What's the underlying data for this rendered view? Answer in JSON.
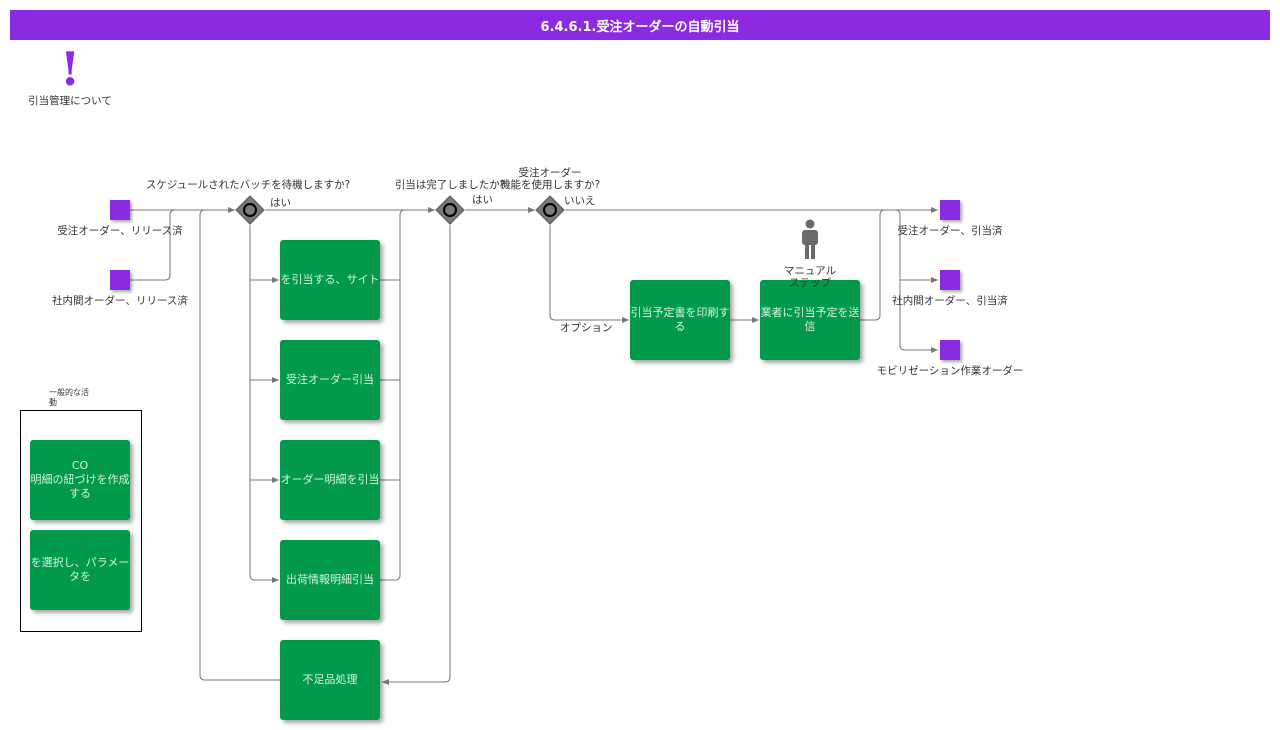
{
  "title": "6.4.6.1.受注オーダーの自動引当",
  "note": {
    "icon": "exclamation-icon",
    "label": "引当管理について"
  },
  "colors": {
    "accent": "#8a2be2",
    "task": "#009a4a",
    "task_text": "#d9f0e2",
    "line": "#777777"
  },
  "start_events": [
    {
      "label": "受注オーダー、リリース済"
    },
    {
      "label": "社内間オーダー、リリース済"
    }
  ],
  "end_events": [
    {
      "label": "受注オーダー、引当済"
    },
    {
      "label": "社内間オーダー、引当済"
    },
    {
      "label": "モビリゼーション作業オーダー"
    }
  ],
  "gateways": [
    {
      "question": "スケジュールされたバッチを待機しますか?",
      "yes": "はい"
    },
    {
      "question": "引当は完了しましたか?",
      "yes": "はい"
    },
    {
      "question": "受注オーダー\n機能を使用しますか?",
      "no": "いいえ",
      "option": "オプション"
    }
  ],
  "tasks": {
    "t1": "を引当する、サイト",
    "t2": "受注オーダー引当",
    "t3": "オーダー明細を引当",
    "t4": "出荷情報明細引当",
    "t5": "不足品処理",
    "t6": "引当予定書を印刷する",
    "t7": "業者に引当予定を送信"
  },
  "manual": {
    "icon": "person-icon",
    "label": "マニュアル\nステップ"
  },
  "general_group": {
    "title": "一般的な活\n動",
    "tasks": [
      "CO\n明細の紐づけを作成する",
      "を選択し、パラメータを"
    ]
  }
}
